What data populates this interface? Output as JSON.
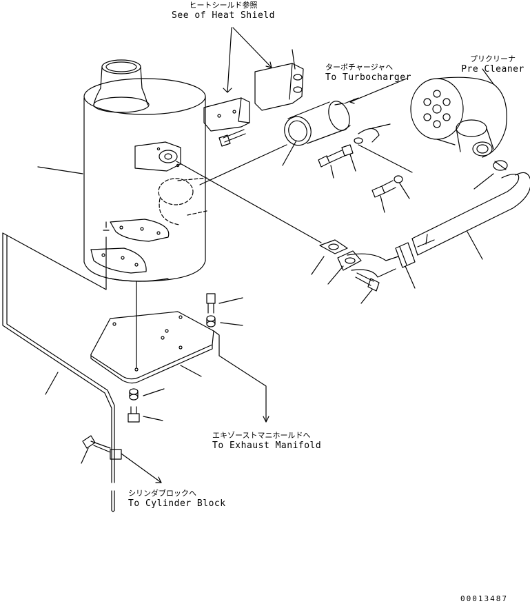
{
  "labels": {
    "heat_shield": {
      "jp": "ヒートシールド参照",
      "en": "See of Heat Shield"
    },
    "turbocharger": {
      "jp": "ターボチャージャへ",
      "en": "To Turbocharger"
    },
    "pre_cleaner": {
      "jp": "プリクリーナ",
      "en": "Pre Cleaner"
    },
    "exhaust_manifold": {
      "jp": "エキゾーストマニホールドへ",
      "en": "To Exhaust Manifold"
    },
    "cylinder_block": {
      "jp": "シリンダブロックへ",
      "en": "To Cylinder Block"
    }
  },
  "document_number": "00013487"
}
